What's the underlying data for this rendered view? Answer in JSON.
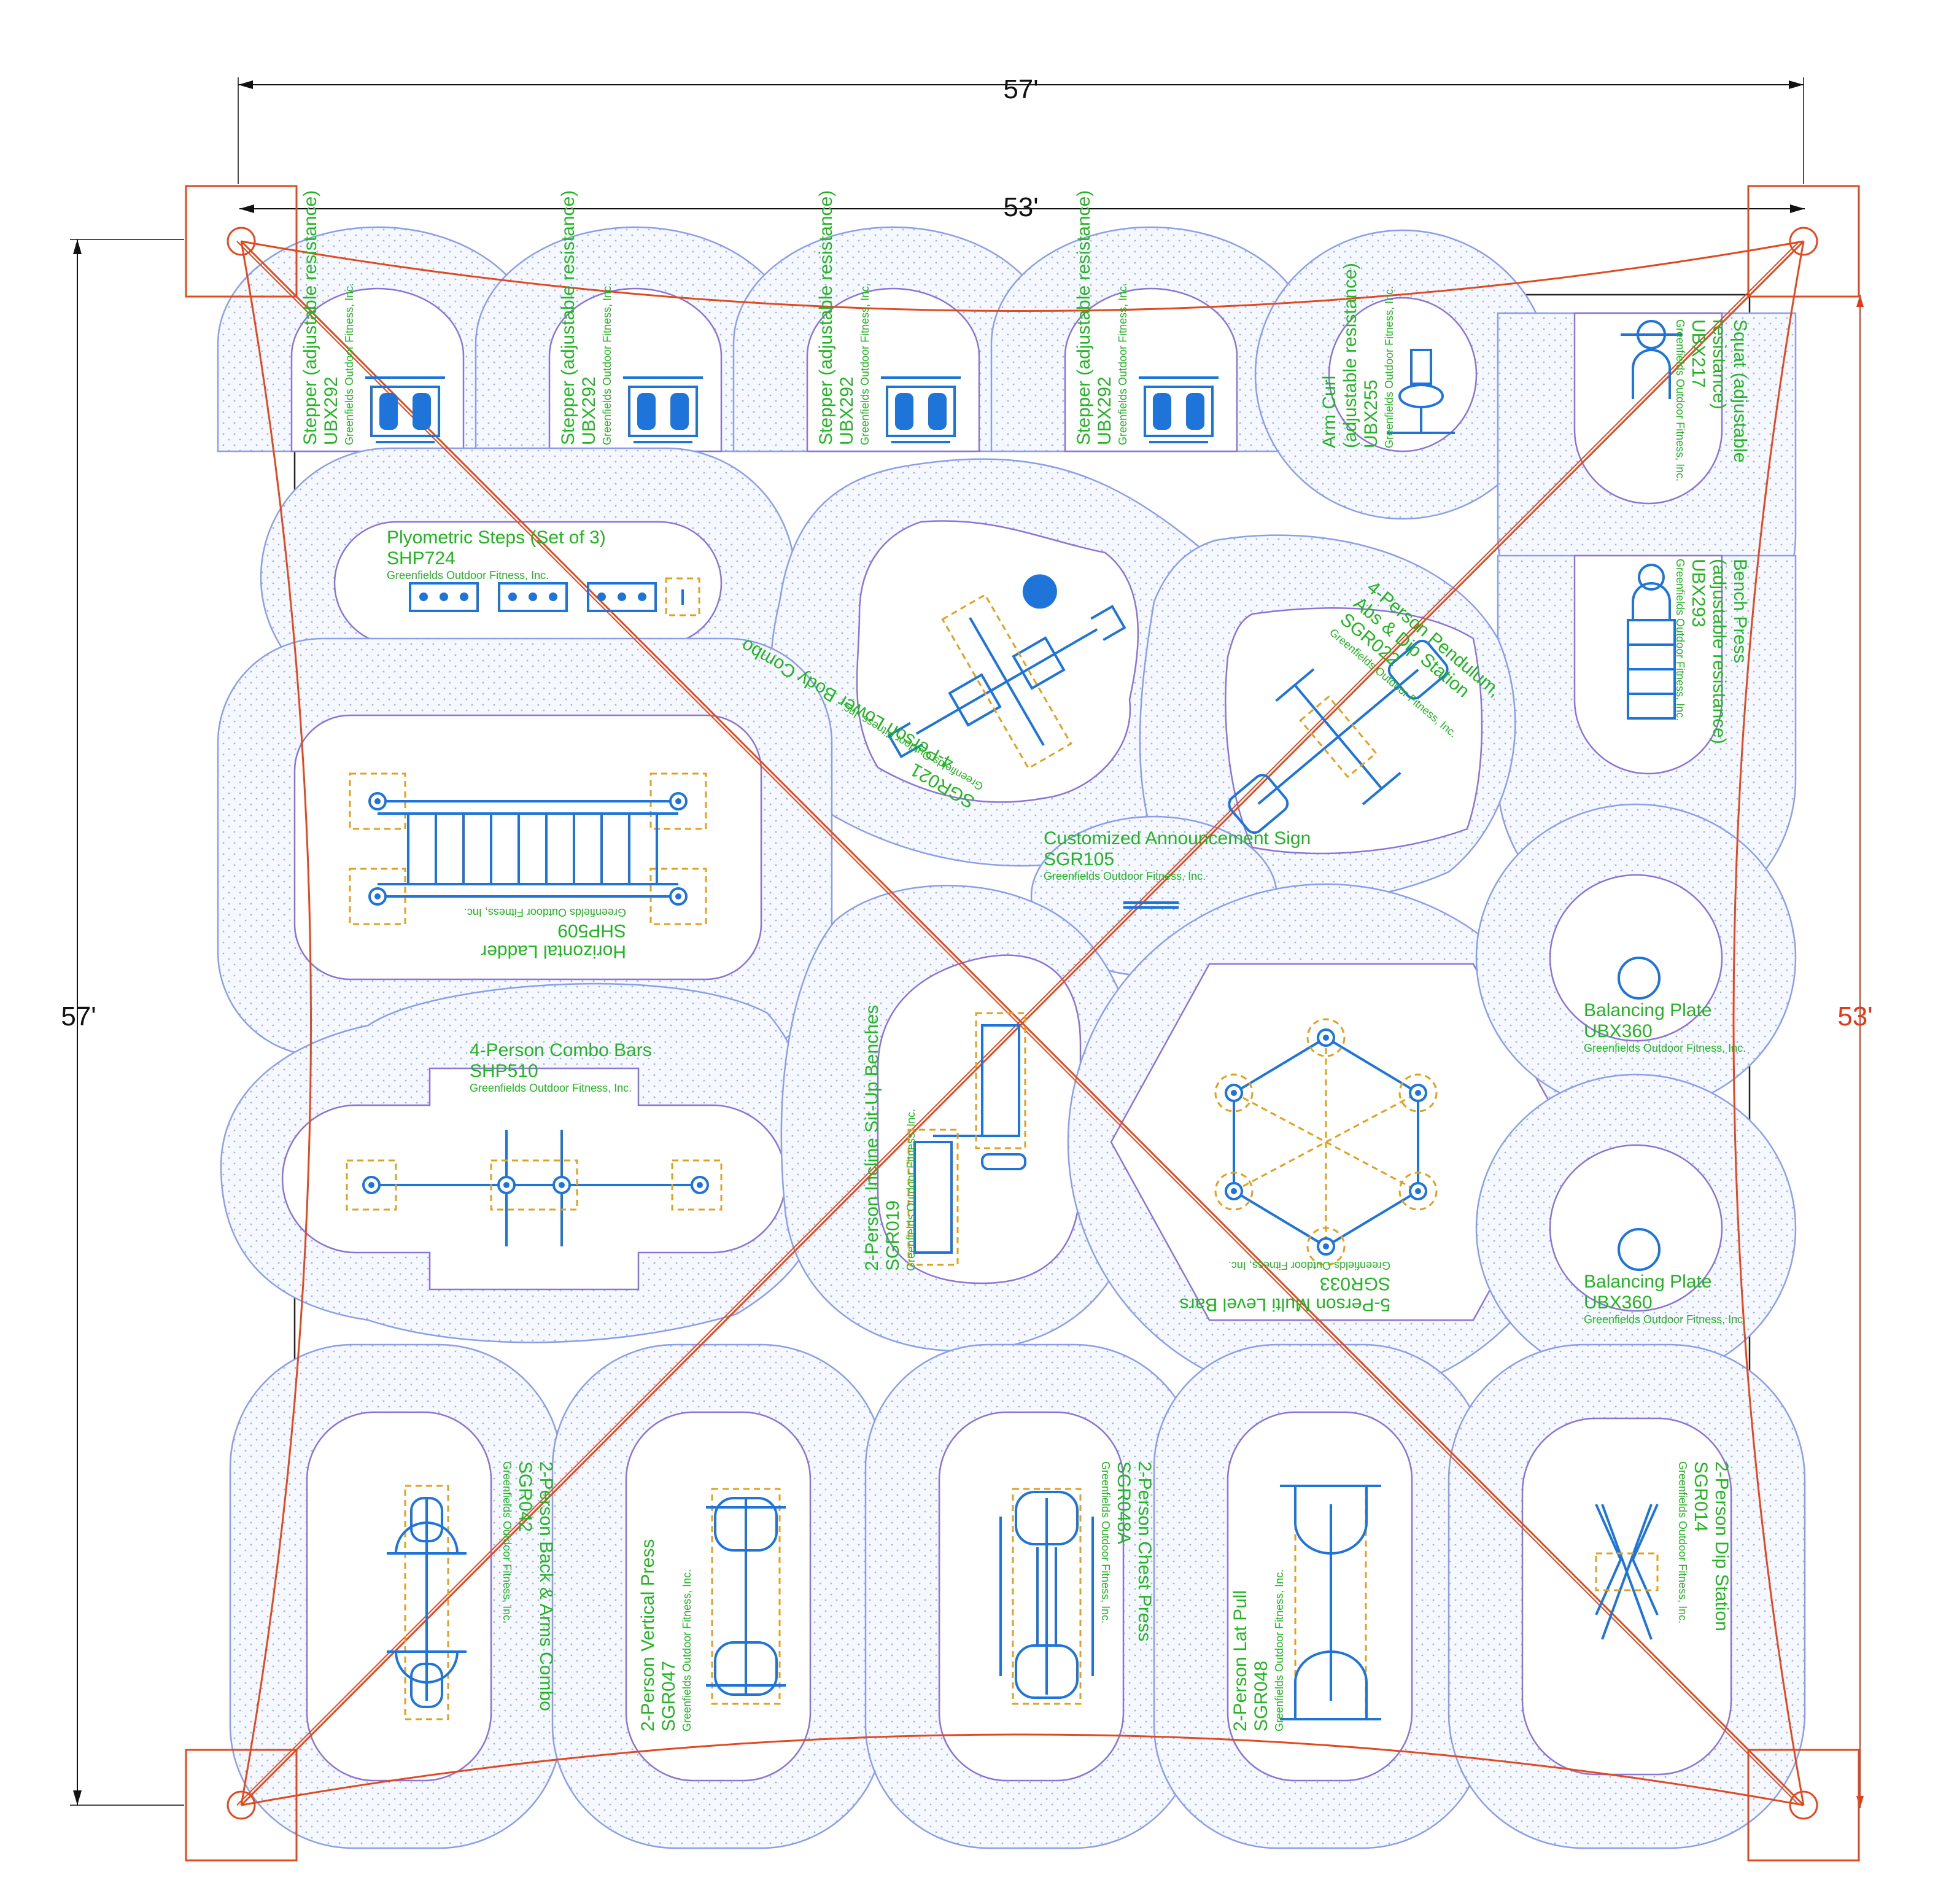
{
  "dimensions": {
    "top_outer": "57'",
    "top_inner": "53'",
    "left": "57'",
    "right": "53'"
  },
  "colors": {
    "label": "#22b422",
    "equipment": "#1e74d8",
    "zone_outer": "#8c9ee8",
    "zone_inner": "#8a74d4",
    "footing": "#e0a020",
    "shade_structure": "#e04a20",
    "dimension_red": "#e03a18"
  },
  "equipment": [
    {
      "id": "stepper-1",
      "name": "Stepper (adjustable resistance)",
      "code": "UBX292",
      "maker": "Greenfields Outdoor Fitness, Inc."
    },
    {
      "id": "stepper-2",
      "name": "Stepper (adjustable resistance)",
      "code": "UBX292",
      "maker": "Greenfields Outdoor Fitness, Inc."
    },
    {
      "id": "stepper-3",
      "name": "Stepper (adjustable resistance)",
      "code": "UBX292",
      "maker": "Greenfields Outdoor Fitness, Inc."
    },
    {
      "id": "stepper-4",
      "name": "Stepper (adjustable resistance)",
      "code": "UBX292",
      "maker": "Greenfields Outdoor Fitness, Inc."
    },
    {
      "id": "arm-curl",
      "name": "Arm Curl",
      "name2": "(adjustable resistance)",
      "code": "UBX255",
      "maker": "Greenfields Outdoor Fitness, Inc."
    },
    {
      "id": "squat",
      "name": "Squat (adjustable",
      "name2": "resistance)",
      "code": "UBX217",
      "maker": "Greenfields Outdoor Fitness, Inc."
    },
    {
      "id": "bench-press",
      "name": "Bench Press",
      "name2": "(adjustable resistance)",
      "code": "UBX293",
      "maker": "Greenfields Outdoor Fitness, Inc."
    },
    {
      "id": "plyo-steps",
      "name": "Plyometric Steps (Set of 3)",
      "code": "SHP724",
      "maker": "Greenfields Outdoor Fitness, Inc."
    },
    {
      "id": "lower-body",
      "name": "4-Person Lower Body Combo",
      "code": "SGR021",
      "maker": "Greenfields Outdoor Fitness, Inc."
    },
    {
      "id": "pendulum",
      "name": "4-Person Pendulum,",
      "name2": "Abs & Dip Station",
      "code": "SGR022",
      "maker": "Greenfields Outdoor Fitness, Inc."
    },
    {
      "id": "horizontal-ladder",
      "name": "Horizontal Ladder",
      "code": "SHP509",
      "maker": "Greenfields Outdoor Fitness, Inc."
    },
    {
      "id": "announcement-sign",
      "name": "Customized Announcement Sign",
      "code": "SGR105",
      "maker": "Greenfields Outdoor Fitness, Inc."
    },
    {
      "id": "combo-bars",
      "name": "4-Person Combo Bars",
      "code": "SHP510",
      "maker": "Greenfields Outdoor Fitness, Inc."
    },
    {
      "id": "situp-benches",
      "name": "2-Person Incline Sit-Up Benches",
      "code": "SGR019",
      "maker": "Greenfields Outdoor Fitness, Inc."
    },
    {
      "id": "multi-level-bars",
      "name": "5-Person Multi Level Bars",
      "code": "SGR033",
      "maker": "Greenfields Outdoor Fitness, Inc."
    },
    {
      "id": "balancing-plate-1",
      "name": "Balancing Plate",
      "code": "UBX360",
      "maker": "Greenfields Outdoor Fitness, Inc."
    },
    {
      "id": "balancing-plate-2",
      "name": "Balancing Plate",
      "code": "UBX360",
      "maker": "Greenfields Outdoor Fitness, Inc."
    },
    {
      "id": "back-arms",
      "name": "2-Person Back & Arms Combo",
      "code": "SGR042",
      "maker": "Greenfields Outdoor Fitness, Inc."
    },
    {
      "id": "vertical-press",
      "name": "2-Person Vertical Press",
      "code": "SGR047",
      "maker": "Greenfields Outdoor Fitness, Inc."
    },
    {
      "id": "chest-press",
      "name": "2-Person Chest Press",
      "code": "SGR048A",
      "maker": "Greenfields Outdoor Fitness, Inc."
    },
    {
      "id": "lat-pull",
      "name": "2-Person Lat Pull",
      "code": "SGR048",
      "maker": "Greenfields Outdoor Fitness, Inc."
    },
    {
      "id": "dip-station",
      "name": "2-Person Dip Station",
      "code": "SGR014",
      "maker": "Greenfields Outdoor Fitness, Inc."
    }
  ]
}
